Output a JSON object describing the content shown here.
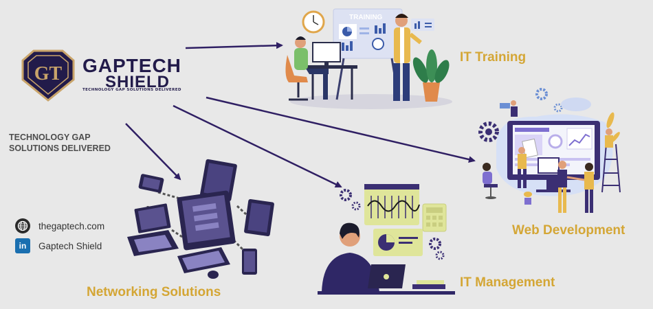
{
  "brand": {
    "name_line1": "GAPTECH",
    "name_line2": "SHIELD",
    "tagline_small": "TECHNOLOGY GAP SOLUTIONS DELIVERED",
    "monogram": "GT"
  },
  "tagline": {
    "line1": "TECHNOLOGY GAP",
    "line2": "SOLUTIONS DELIVERED"
  },
  "contacts": [
    {
      "icon": "globe-icon",
      "text": "thegaptech.com"
    },
    {
      "icon": "linkedin-icon",
      "icon_text": "in",
      "text": "Gaptech Shield"
    }
  ],
  "services": {
    "training": {
      "label": "IT Training",
      "board_text": "TRAINING"
    },
    "web": {
      "label": "Web Development"
    },
    "networking": {
      "label": "Networking Solutions"
    },
    "management": {
      "label": "IT Management"
    }
  },
  "colors": {
    "background": "#e8e8e8",
    "navy": "#221b4a",
    "arrow": "#2f1f63",
    "accent_gold": "#d4a635",
    "purple": "#3b2f73",
    "lime": "#dfe59a"
  }
}
